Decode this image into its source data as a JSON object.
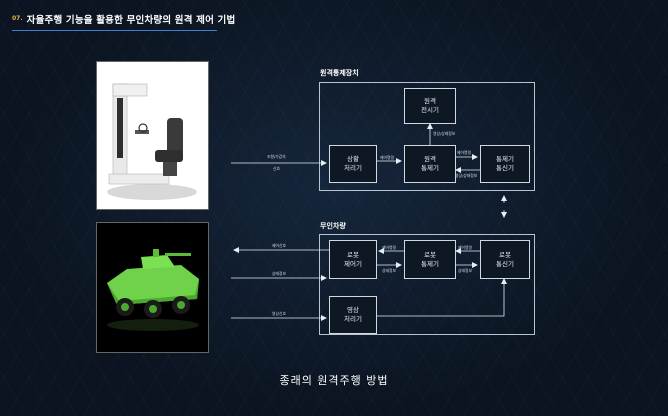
{
  "header": {
    "slide_number": "07.",
    "title": "자율주행 기능을 활용한 무인차량의 원격 제어 기법"
  },
  "control_station": {
    "title": "원격통제장치",
    "nodes": {
      "remote_display": "원격\n전시기",
      "situation_processor": "상황\n처리기",
      "remote_controller": "원격\n통제기",
      "comm_unit": "통제기\n통신기"
    },
    "edge_labels": {
      "operator_input_1": "조향/가감속",
      "operator_input_2": "신호",
      "situation_to_controller": "제어명령",
      "controller_to_display": "영상/상태정보",
      "controller_to_comm": "제어명령",
      "comm_to_controller": "영상/상태정보"
    }
  },
  "vehicle": {
    "title": "무인차량",
    "nodes": {
      "robot_controller": "로봇\n제어기",
      "robot_commander": "로봇\n통제기",
      "robot_comm": "로봇\n통신기",
      "video_processor": "영상\n처리기"
    },
    "edge_labels": {
      "control_signal_out": "제어신호",
      "status_info_in": "상태정보",
      "video_signal_in": "영상신호",
      "commander_to_controller": "제어명령",
      "controller_to_commander": "상태정보",
      "comm_to_commander": "제어명령",
      "commander_to_comm": "상태정보"
    }
  },
  "caption": "종래의 원격주행 방법"
}
